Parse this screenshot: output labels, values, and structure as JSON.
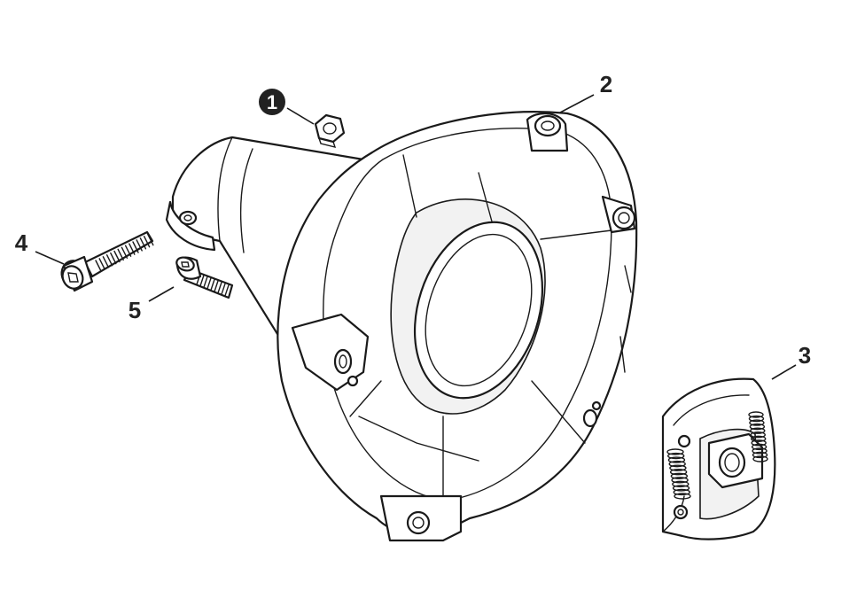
{
  "colors": {
    "line": "#1a1a1a",
    "badge": "#222222",
    "background": "#ffffff"
  },
  "callouts": {
    "part1": "1",
    "part2": "2",
    "part3": "3",
    "part4": "4",
    "part5": "5"
  },
  "parts": [
    {
      "id": "1",
      "kind": "nut",
      "badge": true
    },
    {
      "id": "2",
      "kind": "clutch-housing"
    },
    {
      "id": "3",
      "kind": "clutch-assembly"
    },
    {
      "id": "4",
      "kind": "long-socket-screw"
    },
    {
      "id": "5",
      "kind": "short-socket-screw"
    }
  ]
}
